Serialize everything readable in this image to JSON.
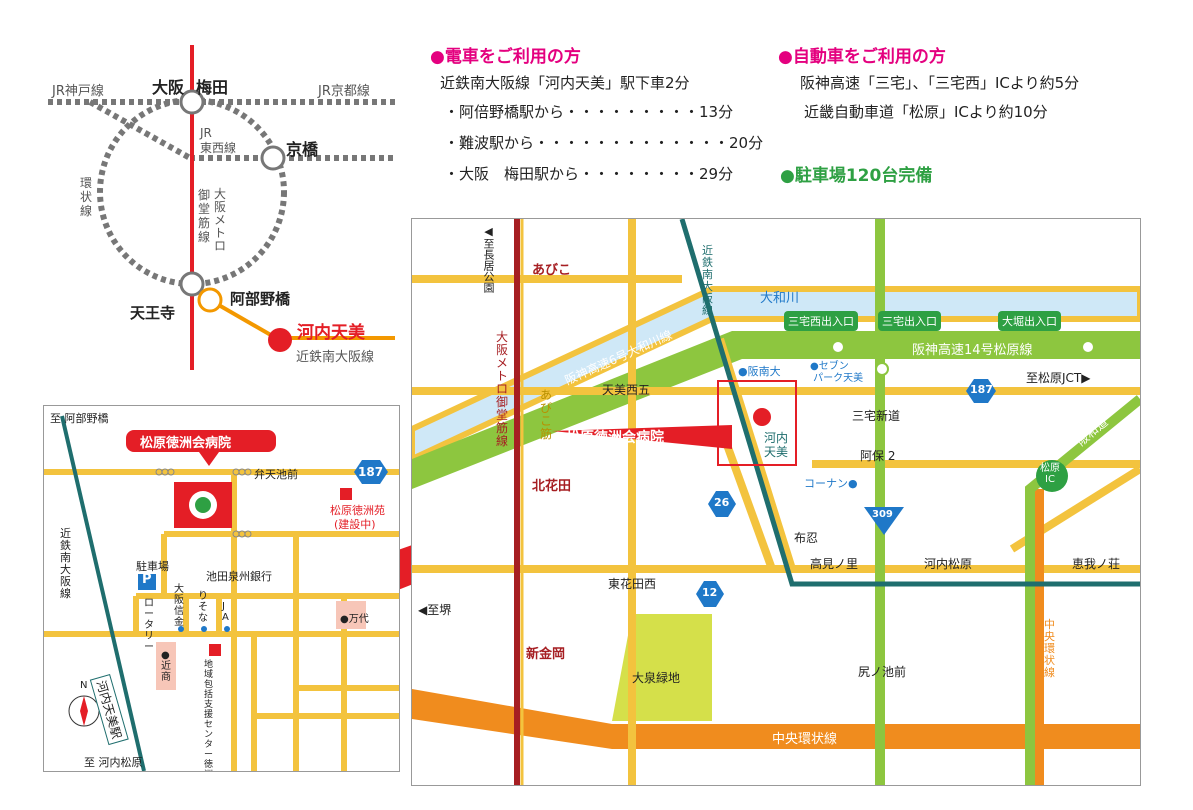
{
  "route_map": {
    "jr_kobe": "JR神戸線",
    "jr_kyoto": "JR京都線",
    "osaka": "大阪",
    "umeda": "梅田",
    "kyobashi": "京橋",
    "jr_tozai": "JR\n東西線",
    "loop": "環\n状\n線",
    "metro": "大\n阪\nメ\nト\nロ",
    "midosuji": "御\n堂\n筋\n線",
    "tennoji": "天王寺",
    "abenobashi": "阿部野橋",
    "kawachi_amami": "河内天美",
    "kintetsu": "近鉄南大阪線"
  },
  "train": {
    "heading": "●電車をご利用の方",
    "line1": "近鉄南大阪線「河内天美」駅下車2分",
    "line2": "・阿倍野橋駅から・・・・・・・・・13分",
    "line3": "・難波駅から・・・・・・・・・・・・・20分",
    "line4": "・大阪　梅田駅から・・・・・・・・29分"
  },
  "car": {
    "heading": "●自動車をご利用の方",
    "line1": "阪神高速「三宅」、「三宅西」ICより約5分",
    "line2": "近畿自動車道「松原」ICより約10分",
    "parking": "●駐車場120台完備"
  },
  "local_map": {
    "to_abenobashi": "至 阿部野橋",
    "hospital": "松原徳洲会病院",
    "benten": "弁天池前",
    "route187": "187",
    "tokushuen": "松原徳洲苑",
    "tokushuen_sub": "(建設中)",
    "kintetsu": "近\n鉄\n南\n大\n阪\n線",
    "parking_label": "駐車場",
    "parking_p": "P",
    "rotary": "ロ\nー\nタ\nリ\nー",
    "ikeda": "池田泉州銀行",
    "osaka_shinkin": "大\n阪\n信\n金",
    "resona": "り\nそ\nな",
    "ja": "J\nA",
    "mandai": "●万代",
    "kinsho": "●\n近\n商",
    "center": "地\n域\n包\n括\n支\n援\nセ\nン\nタ\nー\n徳\n洲\n会",
    "station": "河内天美駅",
    "to_kawachi_matsubara": "至 河内松原",
    "north": "N"
  },
  "area_map": {
    "to_nagai": "◀至長居公園",
    "abiko": "あびこ",
    "kitahanada": "北花田",
    "shinkanaoka": "新金岡",
    "midosuji": "大\n阪\nメ\nト\nロ\n御\n堂\n筋\n線",
    "abiko_suji": "あ\nび\nこ\n筋",
    "kintetsu": "近\n鉄\n南\n大\n阪\n線",
    "yamatogawa": "大和川",
    "hanshin6": "阪神高速6号大和川線",
    "hanshin14": "阪神高速14号松原線",
    "miyakenishi_ic": "三宅西出入口",
    "miyake_ic": "三宅出入口",
    "ohori_ic": "大堀出入口",
    "hannan": "●阪南大",
    "seven": "●セブン\n パーク天美",
    "tenminishi5": "天美西五",
    "miyake_shindo": "三宅新道",
    "to_matsubara_jct": "至松原JCT▶",
    "r187": "187",
    "hanwa": "阪和道",
    "hospital": "松原徳洲会病院",
    "kawachi_amami": "河内\n天美",
    "abo2": "阿保 2",
    "konan": "コーナン●",
    "matsubara_ic": "松原\nIC",
    "r26": "26",
    "r309": "309",
    "fuse": "布忍",
    "takaminosato": "高見ノ里",
    "kawachi_matsubara": "河内松原",
    "eganosho": "恵我ノ荘",
    "higashi_hanada_nishi": "東花田西",
    "r12": "12",
    "to_sakai": "◀至堺",
    "oizumi": "大泉緑地",
    "shirinoike": "尻ノ池前",
    "chuo_kanjo": "中央環状線",
    "chuo_kanjo_v": "中\n央\n環\n状\n線"
  }
}
